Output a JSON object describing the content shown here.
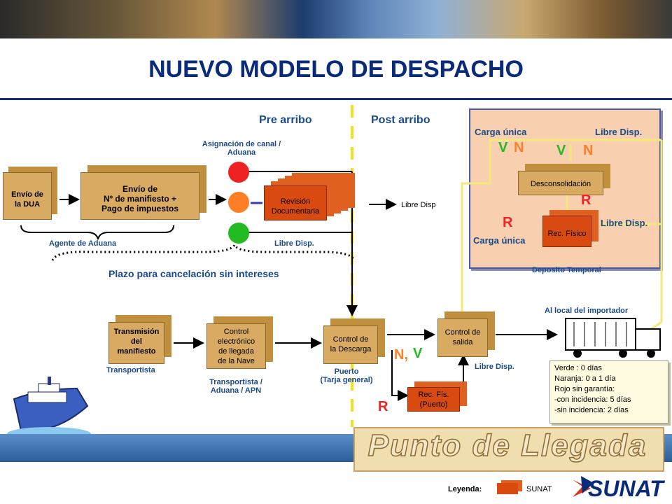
{
  "title": "NUEVO MODELO DE DESPACHO",
  "phases": {
    "pre": "Pre arribo",
    "post": "Post arribo"
  },
  "blocks": {
    "envio_dua": "Envío de\nla DUA",
    "envio_manifiesto": "Envío de\nNº de manifiesto +\nPago de impuestos",
    "revision": "Revisión\nDocumentaria",
    "transmision": "Transmisión\ndel\nmanifiesto",
    "control_electronico": "Control\nelectrónico\nde llegada\nde la Nave",
    "control_descarga": "Control de\nla Descarga",
    "control_salida": "Control de\nsalida",
    "rec_fis_puerto": "Rec. Fís.\n(Puerto)",
    "desconsolidacion": "Desconsolidación",
    "rec_fisico": "Rec. Físico"
  },
  "labels": {
    "asignacion": "Asignación de canal /\nAduana",
    "agente": "Agente de Aduana",
    "libre_disp_green": "Libre Disp.",
    "libre_disp_rev": "Libre Disp",
    "plazo": "Plazo para cancelación sin intereses",
    "transportista": "Transportista",
    "transportista_aduana": "Transportista /\nAduana / APN",
    "puerto": "Puerto\n(Tarja general)",
    "libre_disp_salida": "Libre Disp.",
    "al_local": "Al local del importador",
    "deposito": "Deposito Temporal",
    "carga_unica_top": "Carga única",
    "libre_disp_top": "Libre Disp.",
    "carga_unica_bottom": "Carga única",
    "libre_disp_mid": "Libre Disp."
  },
  "letters": {
    "v": "V",
    "n": "N",
    "r": "R",
    "n_sep": "N,",
    "v2": "V"
  },
  "legend_box": {
    "l1": "Verde : 0 días",
    "l2": "Naranja: 0 a 1 día",
    "l3": "Rojo sin garantía:",
    "l4": "-con incidencia: 5 días",
    "l5": "-sin incidencia: 2 días"
  },
  "punto": "Punto de Llegada",
  "leyenda": "Leyenda:",
  "leyenda_item": "SUNAT",
  "brand": "SUNAT",
  "colors": {
    "green": "#22bb22",
    "orange": "#ff7f27",
    "red": "#ee2222",
    "block": "#d9ab62",
    "block_red": "#d84a10"
  }
}
